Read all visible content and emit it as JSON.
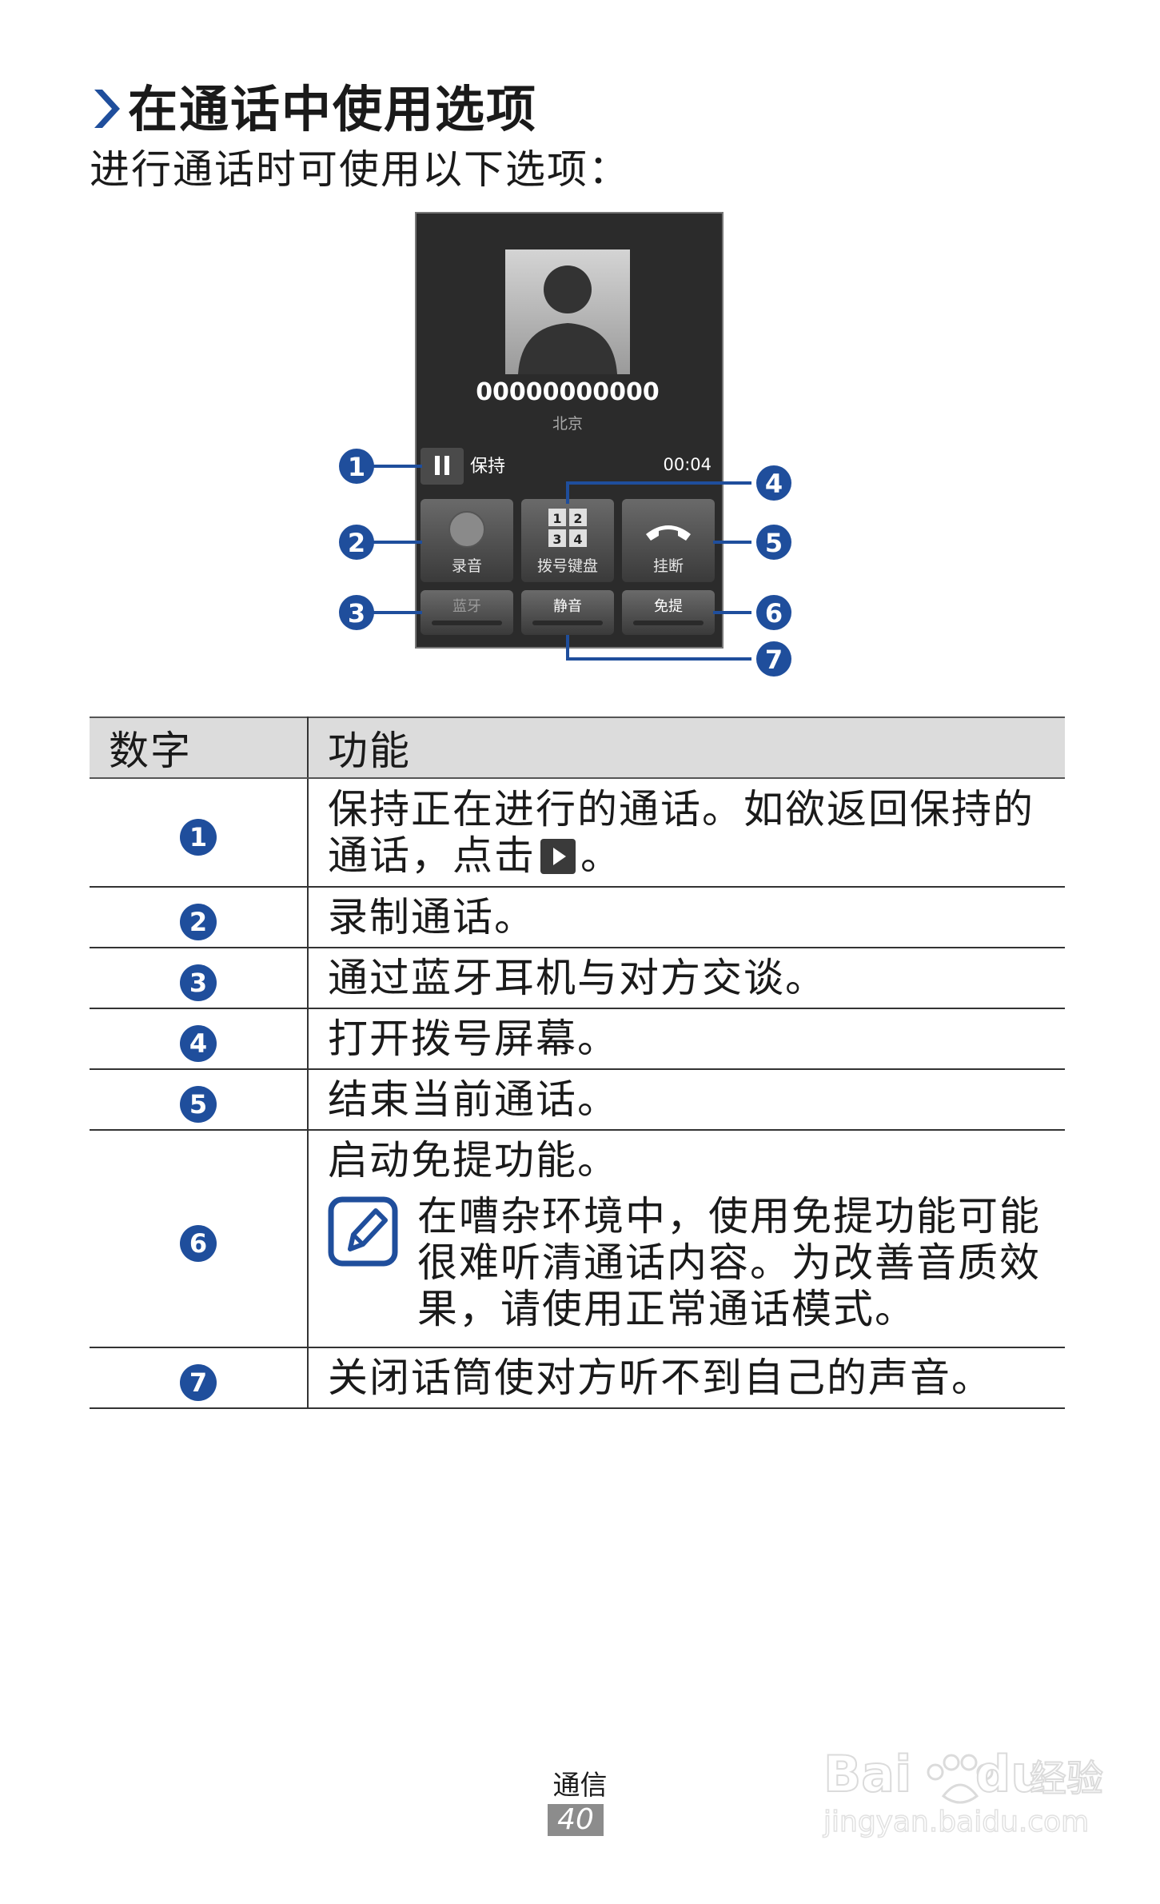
{
  "heading": {
    "title": "在通话中使用选项",
    "intro": "进行通话时可使用以下选项："
  },
  "phone": {
    "number": "00000000000",
    "location": "北京",
    "hold_label": "保持",
    "timer": "00:04",
    "buttons": {
      "record": "录音",
      "keypad": "拨号键盘",
      "end": "挂断",
      "bluetooth": "蓝牙",
      "mute": "静音",
      "speaker": "免提"
    },
    "keypad_digits": [
      "1",
      "2",
      "3",
      "4"
    ],
    "callouts": [
      "1",
      "2",
      "3",
      "4",
      "5",
      "6",
      "7"
    ]
  },
  "table": {
    "headers": {
      "number": "数字",
      "function": "功能"
    },
    "rows": [
      {
        "num": "1",
        "text": "保持正在进行的通话。如欲返回保持的通话，点击",
        "text_suffix": "。"
      },
      {
        "num": "2",
        "text": "录制通话。"
      },
      {
        "num": "3",
        "text": "通过蓝牙耳机与对方交谈。"
      },
      {
        "num": "4",
        "text": "打开拨号屏幕。"
      },
      {
        "num": "5",
        "text": "结束当前通话。"
      },
      {
        "num": "6",
        "text": "启动免提功能。",
        "note": "在嘈杂环境中，使用免提功能可能很难听清通话内容。为改善音质效果，请使用正常通话模式。"
      },
      {
        "num": "7",
        "text": "关闭话筒使对方听不到自己的声音。"
      }
    ]
  },
  "footer": {
    "section": "通信",
    "page": "40"
  },
  "watermark": {
    "brand": "Bai",
    "brand2": "du",
    "suffix": "经验",
    "url": "jingyan.baidu.com"
  },
  "colors": {
    "accent": "#1f4e9c",
    "phone_bg": "#2b2b2b",
    "header_bg": "#dcdcdc"
  }
}
